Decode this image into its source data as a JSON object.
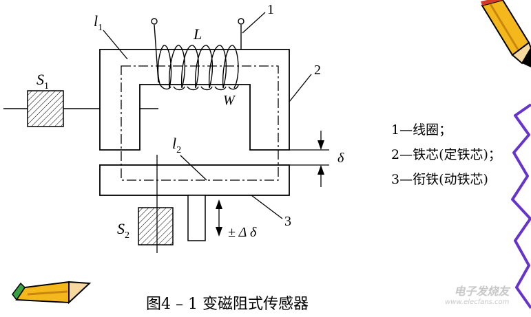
{
  "diagram": {
    "labels": {
      "l1": "l",
      "l1_sub": "1",
      "l2": "l",
      "l2_sub": "2",
      "coil": "L",
      "winding": "W",
      "s1": "S",
      "s1_sub": "1",
      "s2": "S",
      "s2_sub": "2",
      "delta": "δ",
      "delta_change": "± Δ δ",
      "ref1": "1",
      "ref2": "2",
      "ref3": "3"
    },
    "legend": [
      "1—线圈；",
      "2—铁芯(定铁芯)；",
      "3—衔铁(动铁芯)"
    ],
    "caption": "图4 – 1  变磁阻式传感器"
  },
  "watermark": {
    "main": "电子发烧友",
    "url": "www.elecfans.com"
  },
  "decorations": {
    "pencil_icon": "pencil-icon",
    "border_color": "#6633cc"
  }
}
